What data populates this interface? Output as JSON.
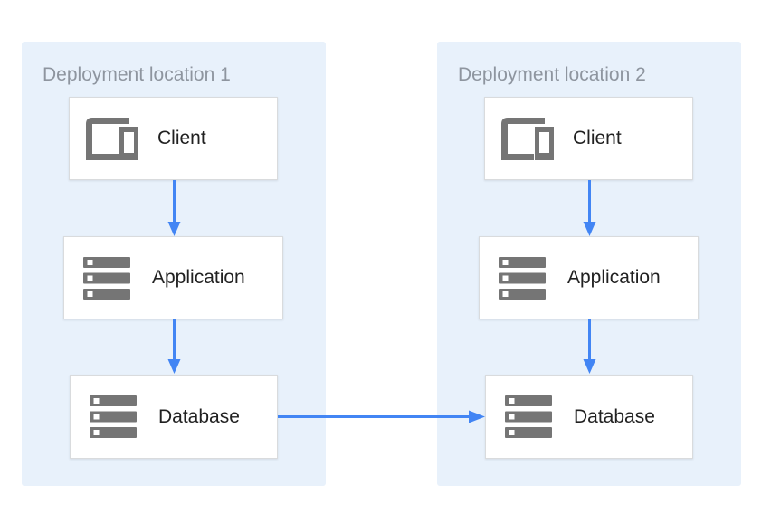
{
  "diagram": {
    "locations": [
      {
        "title": "Deployment location 1",
        "nodes": [
          {
            "label": "Client",
            "icon": "devices-icon"
          },
          {
            "label": "Application",
            "icon": "server-stack-icon"
          },
          {
            "label": "Database",
            "icon": "server-stack-icon"
          }
        ]
      },
      {
        "title": "Deployment location 2",
        "nodes": [
          {
            "label": "Client",
            "icon": "devices-icon"
          },
          {
            "label": "Application",
            "icon": "server-stack-icon"
          },
          {
            "label": "Database",
            "icon": "server-stack-icon"
          }
        ]
      }
    ],
    "connections": [
      {
        "from": "client-1",
        "to": "application-1",
        "direction": "down"
      },
      {
        "from": "application-1",
        "to": "database-1",
        "direction": "down"
      },
      {
        "from": "client-2",
        "to": "application-2",
        "direction": "down"
      },
      {
        "from": "application-2",
        "to": "database-2",
        "direction": "down"
      },
      {
        "from": "database-1",
        "to": "database-2",
        "direction": "right"
      }
    ],
    "colors": {
      "panel_background": "#E8F1FB",
      "node_background": "#FFFFFF",
      "node_border": "#D9DBDD",
      "icon_gray": "#757575",
      "arrow_blue": "#4285F4",
      "title_gray": "#8E959F",
      "label_dark": "#212121"
    }
  }
}
